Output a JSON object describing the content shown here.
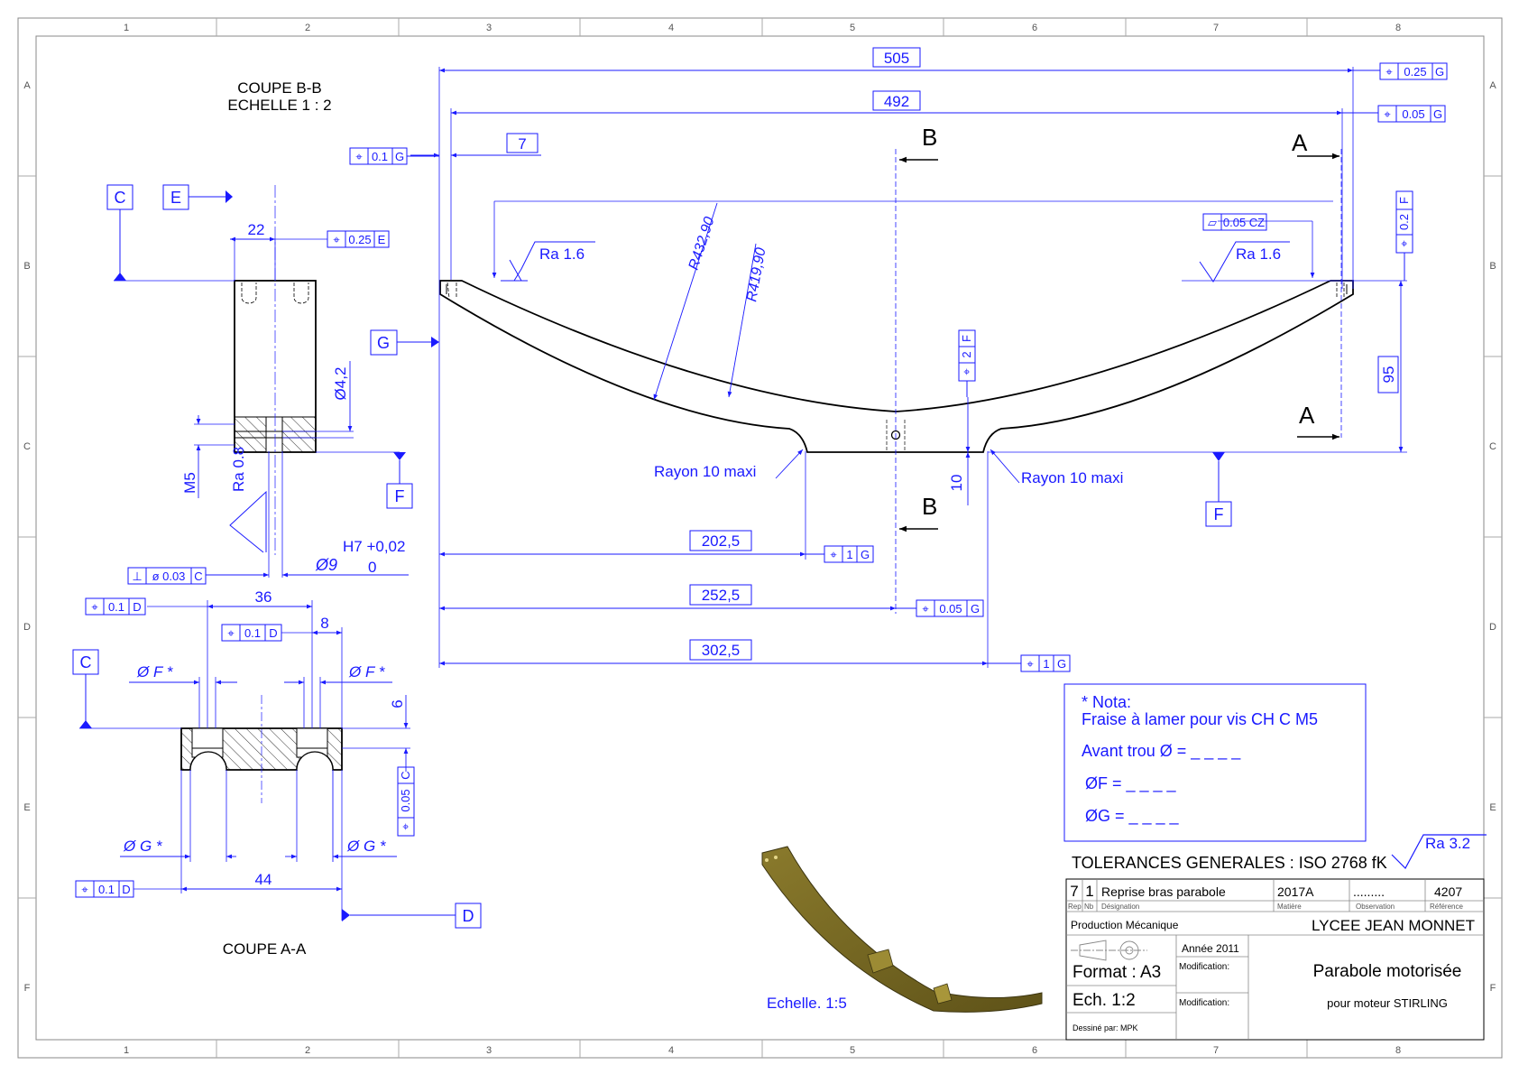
{
  "frame": {
    "columns": [
      "1",
      "2",
      "3",
      "4",
      "5",
      "6",
      "7",
      "8"
    ],
    "rows": [
      "A",
      "B",
      "C",
      "D",
      "E",
      "F"
    ]
  },
  "main_view": {
    "dims": {
      "d505": "505",
      "d492": "492",
      "d7": "7",
      "d202": "202,5",
      "d252": "252,5",
      "d302": "302,5",
      "d95": "95",
      "d10": "10"
    },
    "radii": {
      "r1": "R432,90",
      "r2": "R419,90",
      "fillet_left": "Rayon 10 maxi",
      "fillet_right": "Rayon 10 maxi"
    },
    "roughness_left": "Ra 1.6",
    "roughness_right": "Ra 1.6",
    "section_letters": {
      "A": "A",
      "B": "B"
    },
    "datums": {
      "G": "G",
      "F": "F"
    },
    "fcf": {
      "pos_025_G": {
        "sym": "⌖",
        "tol": "0.25",
        "datum": "G"
      },
      "pos_005_G_top": {
        "sym": "⌖",
        "tol": "0.05",
        "datum": "G"
      },
      "pos_01_G": {
        "sym": "⌖",
        "tol": "0.1",
        "datum": "G"
      },
      "flat_005_CZ": {
        "sym": "▱",
        "tol": "0.05 CZ"
      },
      "pos_02_F": {
        "sym": "⌖",
        "tol": "0.2",
        "datum": "F"
      },
      "pos_2_F": {
        "sym": "⌖",
        "tol": "2",
        "datum": "F"
      },
      "pos_1_G_a": {
        "sym": "⌖",
        "tol": "1",
        "datum": "G"
      },
      "pos_005_G_b": {
        "sym": "⌖",
        "tol": "0.05",
        "datum": "G"
      },
      "pos_1_G_b": {
        "sym": "⌖",
        "tol": "1",
        "datum": "G"
      }
    }
  },
  "section_bb": {
    "title": "COUPE B-B",
    "scale": "ECHELLE 1 : 2",
    "d22": "22",
    "d42": "Ø4,2",
    "m5": "M5",
    "ra08": "Ra 0.8",
    "fit_sup": "H7 +0,02",
    "fit_inf": "0",
    "d9": "Ø9",
    "datums": {
      "C": "C",
      "E": "E",
      "F": "F"
    },
    "fcf": {
      "pos_025_E": {
        "sym": "⌖",
        "tol": "0.25",
        "datum": "E"
      },
      "perp_003_C": {
        "sym": "⊥",
        "tol": "ø 0.03",
        "datum": "C"
      }
    }
  },
  "section_aa": {
    "title": "COUPE A-A",
    "d36": "36",
    "d8": "8",
    "d6": "6",
    "d44": "44",
    "phiF_left": "Ø F *",
    "phiF_right": "Ø F *",
    "phiG_left": "Ø G *",
    "phiG_right": "Ø G *",
    "datums": {
      "C": "C",
      "D": "D"
    },
    "fcf": {
      "pos_01_D_a": {
        "sym": "⌖",
        "tol": "0.1",
        "datum": "D"
      },
      "pos_01_D_b": {
        "sym": "⌖",
        "tol": "0.1",
        "datum": "D"
      },
      "pos_005_C": {
        "sym": "⌖",
        "tol": "0.05",
        "datum": "C"
      },
      "pos_01_D_c": {
        "sym": "⌖",
        "tol": "0.1",
        "datum": "D"
      }
    }
  },
  "nota": {
    "l1": "* Nota:",
    "l2": "Fraise à lamer pour vis CH C M5",
    "l3": "Avant trou  Ø = _ _ _ _",
    "l4": "ØF = _ _ _ _",
    "l5": "ØG = _ _ _ _"
  },
  "iso_scale": "Echelle. 1:5",
  "tolerances": "TOLERANCES GENERALES : ISO 2768 fK",
  "ra_general": "Ra 3.2",
  "title_block": {
    "rep": "7",
    "nb": "1",
    "designation": "Reprise bras parabole",
    "matiere": "2017A",
    "observation": ".........",
    "reference": "4207",
    "h_rep": "Rep",
    "h_nb": "Nb",
    "h_designation": "Désignation",
    "h_matiere": "Matière",
    "h_observation": "Observation",
    "h_reference": "Référence",
    "production": "Production Mécanique",
    "school": "LYCEE JEAN MONNET",
    "year": "Année 2011",
    "format": "Format : A3",
    "ech": "Ech. 1:2",
    "modif1": "Modification:",
    "modif2": "Modification:",
    "drawn_by": "Dessiné par: MPK",
    "title": "Parabole motorisée",
    "subtitle": "pour moteur STIRLING"
  }
}
